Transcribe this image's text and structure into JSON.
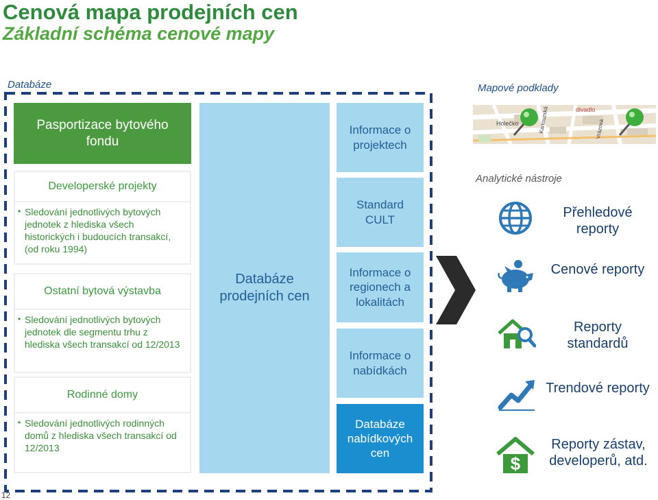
{
  "header": {
    "title": "Cenová mapa prodejních cen",
    "subtitle": "Základní schéma cenové mapy"
  },
  "labels": {
    "database": "Databáze",
    "map_sources": "Mapové podklady",
    "analytic_tools": "Analytické nástroje",
    "page_number": "12"
  },
  "left": {
    "pasportizace": "Pasportizace bytového fondu",
    "developer": {
      "title": "Developerské projekty",
      "text": "Sledování jednotlivých bytových jednotek z hlediska všech historických i budoucích transakcí, (od roku 1994)"
    },
    "ostatni": {
      "title": "Ostatní bytová výstavba",
      "text": "Sledování jednotlivých bytových jednotek dle segmentu trhu z hlediska všech transakcí od 12/2013"
    },
    "rodinne": {
      "title": "Rodinné domy",
      "text": "Sledování jednotlivých rodinných domů z hlediska všech transakcí od 12/2013"
    }
  },
  "middle": {
    "db_prodejnich_cen": "Databáze prodejních cen"
  },
  "right_column": {
    "info_projektech": "Informace o projektech",
    "standard_cult": "Standard CULT",
    "info_regionech": "Informace o regionech a lokalitách",
    "info_nabidkach": "Informace o nabídkách",
    "db_nabidkovych_cen": "Databáze nabídkových cen"
  },
  "reports": [
    {
      "label": "Přehledové reporty",
      "icon": "globe-icon"
    },
    {
      "label": "Cenové reporty",
      "icon": "piggy-bank-icon"
    },
    {
      "label": "Reporty standardů",
      "icon": "house-search-icon"
    },
    {
      "label": "Trendové reporty",
      "icon": "trend-chart-icon"
    },
    {
      "label": "Reporty zástav, developerů, atd.",
      "icon": "house-dollar-icon"
    }
  ],
  "map_streets": [
    "Holečko",
    "Kartouzská",
    "Vrázova",
    "divadlo"
  ],
  "colors": {
    "dark_green": "#2f8a3e",
    "green_box": "#4c9a3f",
    "light_blue": "#a5d7ee",
    "dark_blue": "#1b8ecf",
    "navy": "#1f3f7a",
    "icon_blue": "#2f79b7",
    "icon_green": "#3c9a3c"
  }
}
